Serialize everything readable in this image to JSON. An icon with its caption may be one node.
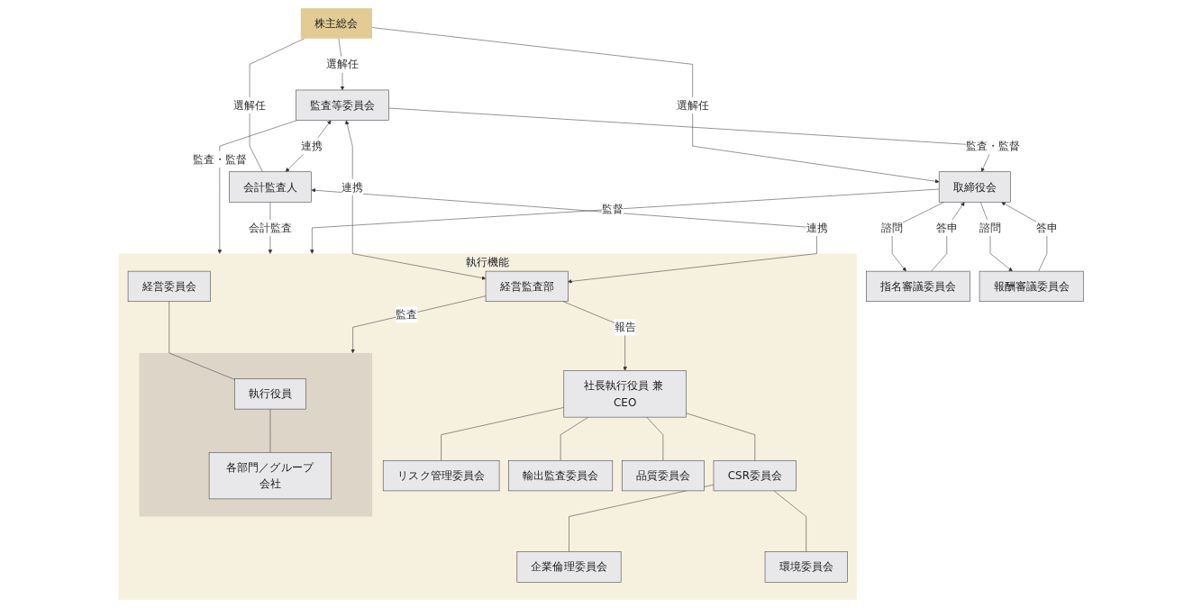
{
  "diagram": {
    "nodes": [
      {
        "text": [
          "株主総会"
        ]
      },
      {
        "text": [
          "監査等委員会"
        ]
      },
      {
        "text": [
          "取締役会"
        ]
      },
      {
        "text": [
          "指名審議委員会"
        ]
      },
      {
        "text": [
          "報酬審議委員会"
        ]
      },
      {
        "text": [
          "会計監査人"
        ]
      },
      {
        "text": [
          "執行機能"
        ]
      },
      {
        "text": [
          "経営監査部"
        ],
        "in": 6
      },
      {
        "text": [
          "社長執行役員 兼 CEO"
        ],
        "in": 6
      },
      {
        "text": [
          "経営委員会"
        ],
        "in": 6
      },
      {
        "text": [],
        "shape": "box",
        "in": 6
      },
      {
        "text": [
          "執行役員"
        ],
        "in": 10
      },
      {
        "text": [
          "各部門／グループ会社"
        ],
        "in": 10
      },
      {
        "text": [
          "CSR委員会"
        ],
        "in": 6
      },
      {
        "text": [
          "企業倫理委員会"
        ],
        "in": 6
      },
      {
        "text": [
          "環境委員会"
        ],
        "in": 6
      },
      {
        "text": [
          "リスク管理委員会"
        ],
        "in": 6
      },
      {
        "text": [
          "輸出監査委員会"
        ],
        "in": 6
      },
      {
        "text": [
          "品質委員会"
        ],
        "in": 6
      }
    ],
    "edges": [
      {
        "from": 0,
        "to": 1,
        "arrow": "to",
        "label": "選解任"
      },
      {
        "from": 0,
        "to": 5,
        "arrow": "none",
        "label": "選解任"
      },
      {
        "from": 0,
        "to": 2,
        "arrow": "to",
        "label": "選解任"
      },
      {
        "from": 1,
        "to": 2,
        "arrow": "to",
        "label": "監査・監督"
      },
      {
        "from": 2,
        "to": 3,
        "arrow": "to",
        "label": "諮問"
      },
      {
        "from": 3,
        "to": 2,
        "arrow": "to",
        "label": "答申"
      },
      {
        "from": 2,
        "to": 4,
        "arrow": "to",
        "label": "諮問"
      },
      {
        "from": 4,
        "to": 2,
        "arrow": "to",
        "label": "答申"
      },
      {
        "from": 1,
        "to": 7,
        "arrow": "both",
        "label": "連携"
      },
      {
        "from": 1,
        "to": 6,
        "arrow": "to",
        "label": "監査・監督"
      },
      {
        "from": 1,
        "to": 5,
        "arrow": "both",
        "label": "連携"
      },
      {
        "from": 5,
        "to": 7,
        "arrow": "both",
        "label": "連携"
      },
      {
        "from": 5,
        "to": 6,
        "arrow": "to",
        "label": "会計監査"
      },
      {
        "from": 2,
        "to": 6,
        "arrow": "to",
        "label": "監督"
      },
      {
        "from": 7,
        "to": 8,
        "arrow": "to",
        "label": "報告"
      },
      {
        "from": 7,
        "to": 10,
        "arrow": "to",
        "label": "監査"
      },
      {
        "from": 9,
        "to": 11,
        "arrow": "none"
      },
      {
        "from": 11,
        "to": 12,
        "arrow": "none"
      },
      {
        "from": 8,
        "to": 16,
        "arrow": "none"
      },
      {
        "from": 8,
        "to": 17,
        "arrow": "none"
      },
      {
        "from": 8,
        "to": 18,
        "arrow": "none"
      },
      {
        "from": 8,
        "to": 13,
        "arrow": "none"
      },
      {
        "from": 13,
        "to": 14,
        "arrow": "none"
      },
      {
        "from": 13,
        "to": 15,
        "arrow": "none"
      }
    ]
  }
}
